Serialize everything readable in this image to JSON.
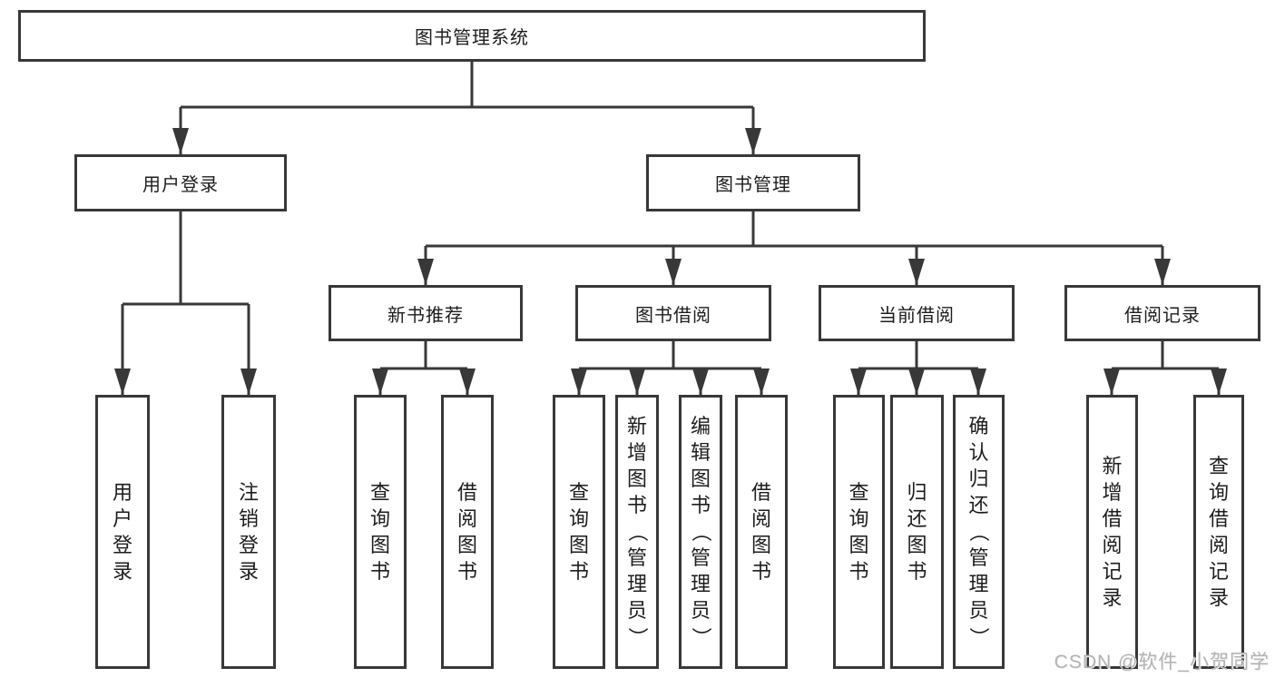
{
  "diagram": {
    "type": "hierarchy-flowchart",
    "line_color": "#383838",
    "tree": {
      "label": "图书管理系统",
      "children": [
        {
          "label": "用户登录",
          "children": [
            {
              "label": "用户登录"
            },
            {
              "label": "注销登录"
            }
          ]
        },
        {
          "label": "图书管理",
          "children": [
            {
              "label": "新书推荐",
              "children": [
                {
                  "label": "查询图书"
                },
                {
                  "label": "借阅图书"
                }
              ]
            },
            {
              "label": "图书借阅",
              "children": [
                {
                  "label": "查询图书"
                },
                {
                  "label": "新增图书（管理员）"
                },
                {
                  "label": "编辑图书（管理员）"
                },
                {
                  "label": "借阅图书"
                }
              ]
            },
            {
              "label": "当前借阅",
              "children": [
                {
                  "label": "查询图书"
                },
                {
                  "label": "归还图书"
                },
                {
                  "label": "确认归还（管理员）"
                }
              ]
            },
            {
              "label": "借阅记录",
              "children": [
                {
                  "label": "新增借阅记录"
                },
                {
                  "label": "查询借阅记录"
                }
              ]
            }
          ]
        }
      ]
    }
  },
  "watermark": {
    "text": "CSDN @软件_小贺同学",
    "color": "#b3b3b3"
  }
}
